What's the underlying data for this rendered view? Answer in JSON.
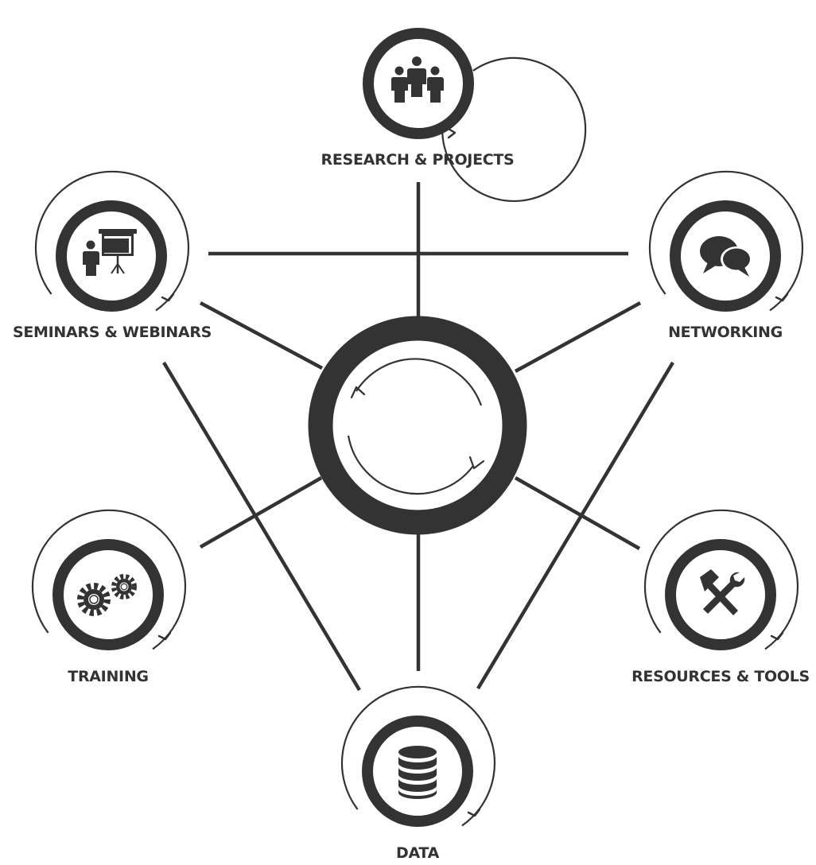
{
  "diagram": {
    "line_color": "#333333",
    "background": "#ffffff",
    "nodes": [
      {
        "id": "research",
        "label": "RESEARCH & PROJECTS",
        "icon": "people-group-icon"
      },
      {
        "id": "networking",
        "label": "NETWORKING",
        "icon": "chat-bubbles-icon"
      },
      {
        "id": "resources",
        "label": "RESOURCES & TOOLS",
        "icon": "hammer-wrench-icon"
      },
      {
        "id": "data",
        "label": "DATA",
        "icon": "database-icon"
      },
      {
        "id": "training",
        "label": "TRAINING",
        "icon": "gears-icon"
      },
      {
        "id": "seminars",
        "label": "SEMINARS & WEBINARS",
        "icon": "presenter-board-icon"
      }
    ],
    "center_icon": "cycle-arrows-icon"
  }
}
